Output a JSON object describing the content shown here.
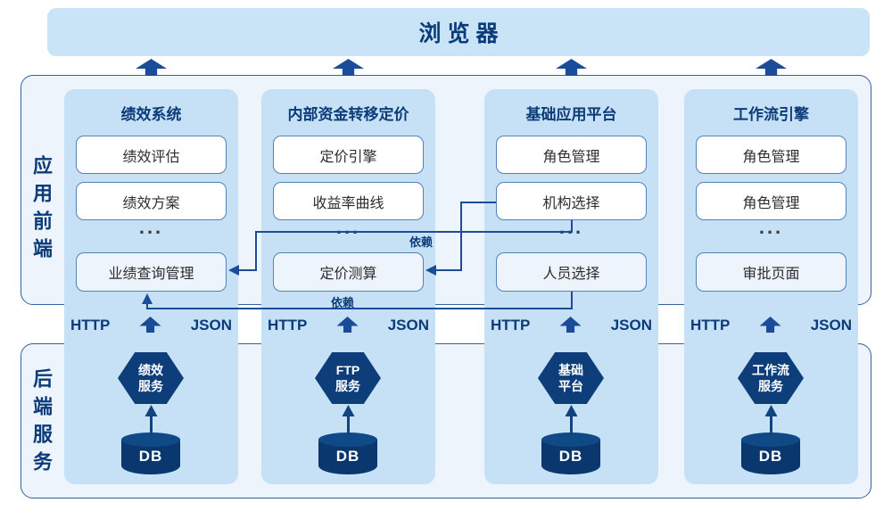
{
  "colors": {
    "navy": "#0c3b79",
    "barBg": "#c9e3f7",
    "panelBg": "#edf4fc",
    "panelBorder": "#35629f",
    "bandBg": "#c6e1f6",
    "boxBorder": "#5580b8",
    "boxText": "#2d2d2d",
    "tintBg": "#eef4fb",
    "line": "#1a4c9a",
    "hexBg": "#0d3e7a",
    "dbBg": "#0a386e",
    "dbTop": "#0f4a87",
    "dots": "#3c3c3c"
  },
  "browser": {
    "label": "浏览器"
  },
  "frontend": {
    "section_label": "应用前端",
    "columns": [
      {
        "title": "绩效系统",
        "box1": "绩效评估",
        "box2": "绩效方案",
        "ellipsis": "...",
        "box3": "业绩查询管理",
        "http": "HTTP",
        "json": "JSON"
      },
      {
        "title": "内部资金转移定价",
        "box1": "定价引擎",
        "box2": "收益率曲线",
        "ellipsis": "...",
        "box3": "定价测算",
        "http": "HTTP",
        "json": "JSON"
      },
      {
        "title": "基础应用平台",
        "box1": "角色管理",
        "box2": "机构选择",
        "ellipsis": "...",
        "box3": "人员选择",
        "http": "HTTP",
        "json": "JSON"
      },
      {
        "title": "工作流引擎",
        "box1": "角色管理",
        "box2": "角色管理",
        "ellipsis": "...",
        "box3": "审批页面",
        "http": "HTTP",
        "json": "JSON"
      }
    ]
  },
  "backend": {
    "section_label": "后端服务",
    "services": [
      {
        "line1": "绩效",
        "line2": "服务",
        "db": "DB"
      },
      {
        "line1": "FTP",
        "line2": "服务",
        "db": "DB"
      },
      {
        "line1": "基础",
        "line2": "平台",
        "db": "DB"
      },
      {
        "line1": "工作流",
        "line2": "服务",
        "db": "DB"
      }
    ]
  },
  "connections": {
    "dep_label_1": "依赖",
    "dep_label_2": "依赖"
  }
}
